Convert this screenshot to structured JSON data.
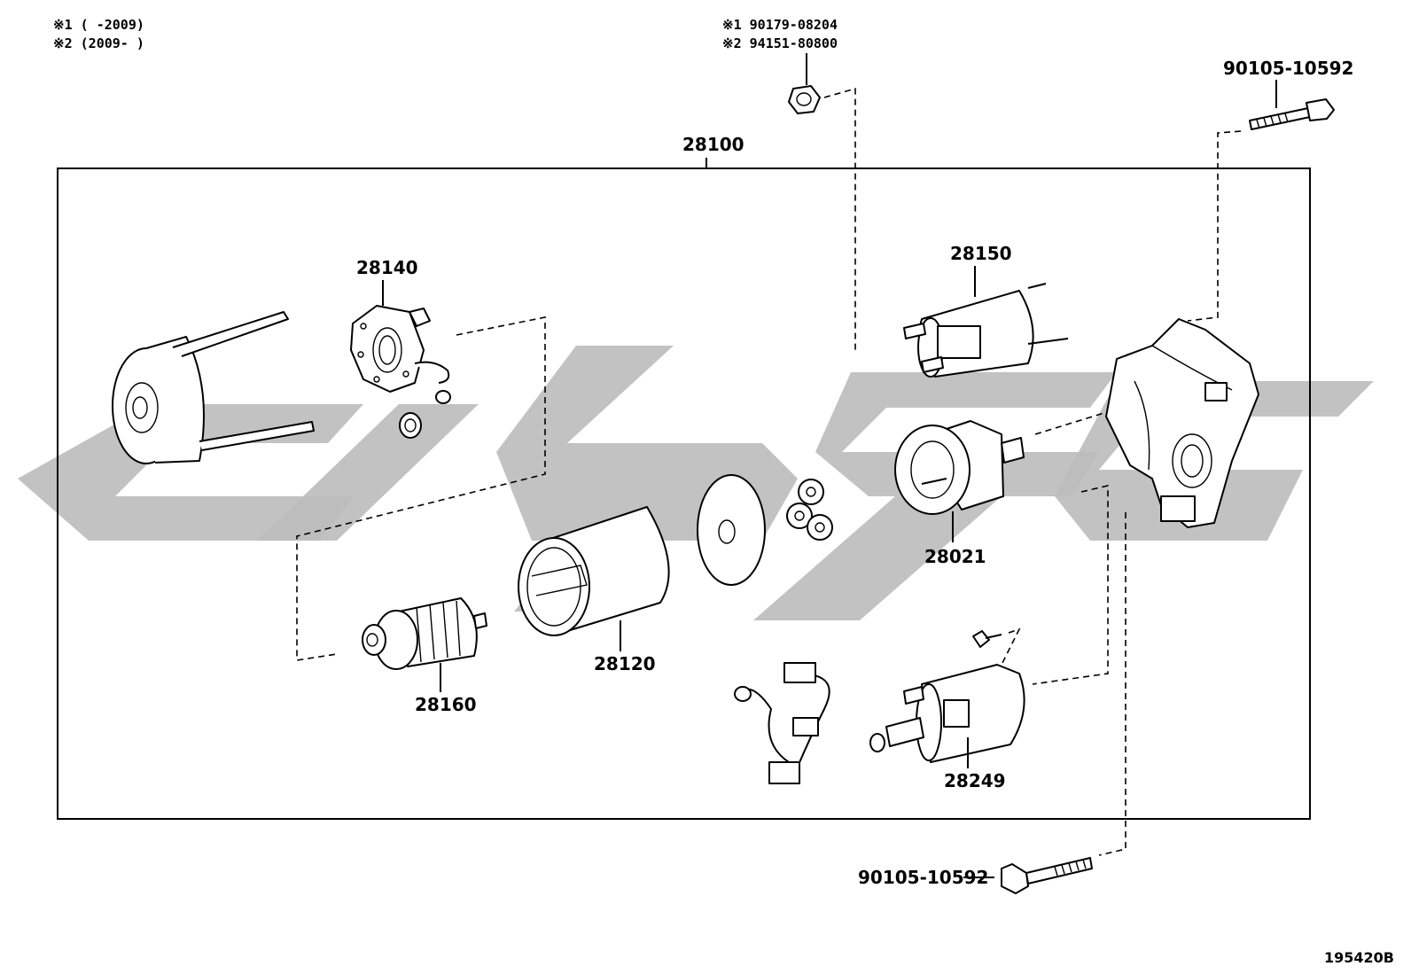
{
  "notes": {
    "line1": "※1 (   -2009)",
    "line2": "※2 (2009-   )",
    "nut_note1": "※1 90179-08204",
    "nut_note2": "※2 94151-80800"
  },
  "labels": {
    "assembly": "28100",
    "bolt_top": "90105-10592",
    "bolt_bottom": "90105-10592",
    "brush_holder": "28140",
    "magnetic_switch": "28150",
    "clutch_assembly": "28021",
    "yoke": "28120",
    "armature": "28160",
    "lead_switch": "28249",
    "figure_code": "195420B"
  },
  "colors": {
    "line": "#000000",
    "watermark": "#bdbdbd"
  }
}
